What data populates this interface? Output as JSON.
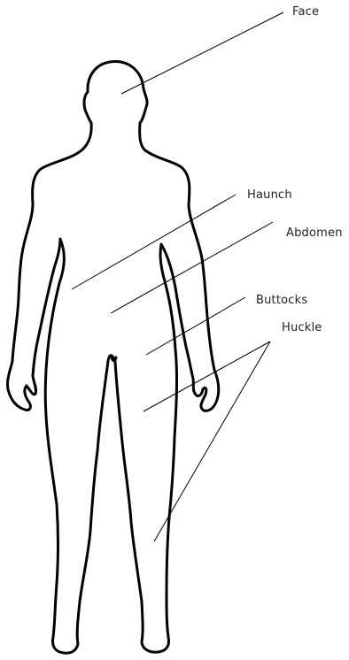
{
  "labels": {
    "face": "Face",
    "haunch": "Haunch",
    "abdomen": "Abdomen",
    "buttocks": "Buttocks",
    "huckle": "Huckle"
  },
  "colors": {
    "outline": "#000000",
    "text": "#222222",
    "background": "#ffffff"
  }
}
